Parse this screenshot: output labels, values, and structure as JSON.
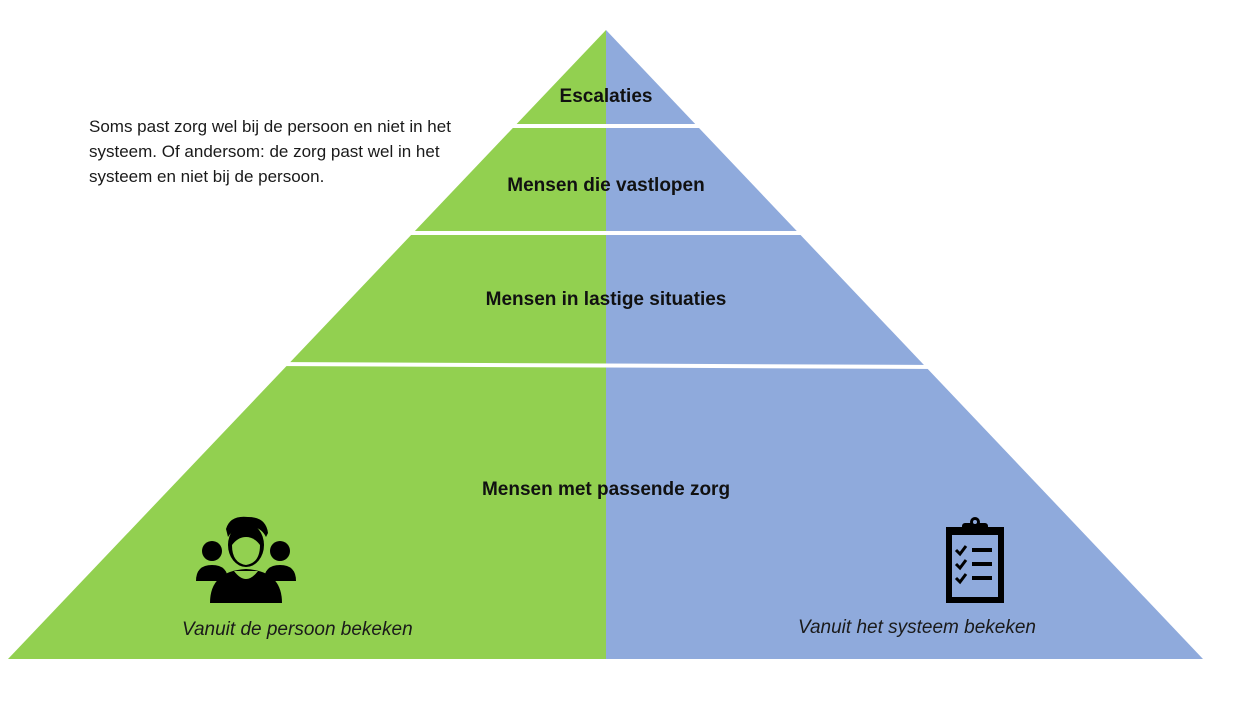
{
  "note": "Soms past zorg wel bij de persoon en niet in het systeem. Of andersom: de zorg past wel in het systeem en niet bij de persoon.",
  "tiers": [
    {
      "label": "Escalaties"
    },
    {
      "label": "Mensen die vastlopen"
    },
    {
      "label": "Mensen in lastige situaties"
    },
    {
      "label": "Mensen met passende zorg"
    }
  ],
  "sides": {
    "person": {
      "caption": "Vanuit de persoon bekeken",
      "color": "#92d050",
      "icon": "people-icon"
    },
    "system": {
      "caption": "Vanuit het systeem bekeken",
      "color": "#8faadc",
      "icon": "clipboard-checklist-icon"
    }
  },
  "colors": {
    "divider": "#ffffff",
    "text": "#111111"
  }
}
